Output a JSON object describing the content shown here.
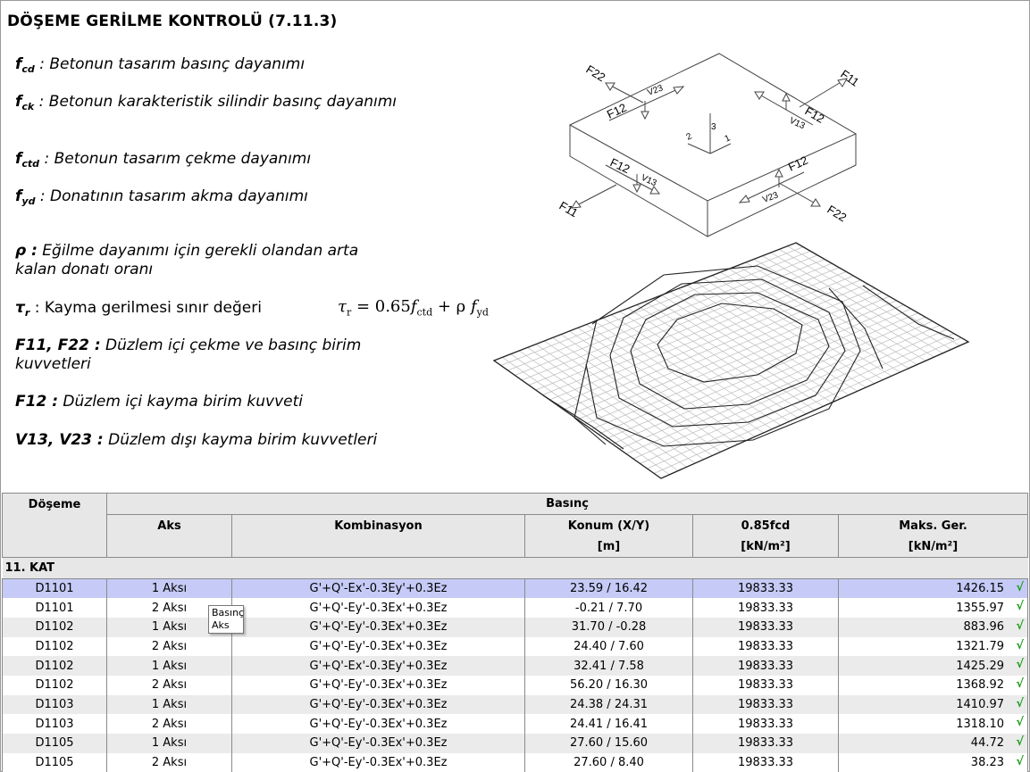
{
  "title": "DÖŞEME GERİLME KONTROLÜ  (7.11.3)",
  "definitions": {
    "fcd": {
      "sym": "f",
      "sub": "cd",
      "text": " : Betonun tasarım basınç dayanımı"
    },
    "fck": {
      "sym": "f",
      "sub": "ck",
      "text": " : Betonun karakteristik silindir basınç dayanımı"
    },
    "fctd": {
      "sym": "f",
      "sub": "ctd",
      "text": " : Betonun tasarım çekme dayanımı"
    },
    "fyd": {
      "sym": "f",
      "sub": "yd",
      "text": " : Donatının tasarım akma dayanımı"
    },
    "rho": {
      "sym": "ρ :",
      "text": " Eğilme dayanımı için gerekli olandan arta kalan donatı oranı"
    },
    "tau": {
      "sym": "τ",
      "sub": "r",
      "text": " : Kayma gerilmesi sınır değeri"
    },
    "f11f22": {
      "sym": "F11, F22 :",
      "text": " Düzlem içi çekme ve basınç birim kuvvetleri"
    },
    "f12": {
      "sym": "F12 :",
      "text": " Düzlem içi kayma birim kuvveti"
    },
    "v13v23": {
      "sym": "V13, V23 :",
      "text": " Düzlem dışı kayma birim kuvvetleri"
    }
  },
  "formula": {
    "lhs": "τ",
    "lhs_sub": "r",
    "eq": " = 0.65",
    "f1": "f",
    "f1_sub": "ctd",
    "plus": " + ρ ",
    "f2": "f",
    "f2_sub": "yd"
  },
  "diagram": {
    "labels": {
      "f11a": "F11",
      "f11b": "F11",
      "f22a": "F22",
      "f22b": "F22",
      "f12a": "F12",
      "f12b": "F12",
      "f12c": "F12",
      "f12d": "F12",
      "v23a": "V23",
      "v23b": "V23",
      "v13a": "V13",
      "v13b": "V13",
      "ax1": "1",
      "ax2": "2",
      "ax3": "3"
    }
  },
  "table": {
    "header": {
      "doseme": "Döşeme",
      "group": "Basınç",
      "aks": "Aks",
      "kombinasyon": "Kombinasyon",
      "konum": "Konum (X/Y)",
      "konum_unit": "[m]",
      "fcd": "0.85fcd",
      "fcd_unit": "[kN/m²]",
      "maks": "Maks. Ger.",
      "maks_unit": "[kN/m²]"
    },
    "section": "11. KAT",
    "check_mark": "√",
    "rows": [
      {
        "doseme": "D1101",
        "aks": "1 Aksı",
        "komb": "G'+Q'-Ex'-0.3Ey'+0.3Ez",
        "konum": "23.59 / 16.42",
        "fcd": "19833.33",
        "maks": "1426.15"
      },
      {
        "doseme": "D1101",
        "aks": "2 Aksı",
        "komb": "G'+Q'-Ey'-0.3Ex'+0.3Ez",
        "konum": "-0.21 / 7.70",
        "fcd": "19833.33",
        "maks": "1355.97"
      },
      {
        "doseme": "D1102",
        "aks": "1 Aksı",
        "komb": "G'+Q'-Ey'-0.3Ex'+0.3Ez",
        "konum": "31.70 / -0.28",
        "fcd": "19833.33",
        "maks": "883.96"
      },
      {
        "doseme": "D1102",
        "aks": "2 Aksı",
        "komb": "G'+Q'-Ey'-0.3Ex'+0.3Ez",
        "konum": "24.40 / 7.60",
        "fcd": "19833.33",
        "maks": "1321.79"
      },
      {
        "doseme": "D1102",
        "aks": "1 Aksı",
        "komb": "G'+Q'-Ex'-0.3Ey'+0.3Ez",
        "konum": "32.41 / 7.58",
        "fcd": "19833.33",
        "maks": "1425.29"
      },
      {
        "doseme": "D1102",
        "aks": "2 Aksı",
        "komb": "G'+Q'-Ey'-0.3Ex'+0.3Ez",
        "konum": "56.20 / 16.30",
        "fcd": "19833.33",
        "maks": "1368.92"
      },
      {
        "doseme": "D1103",
        "aks": "1 Aksı",
        "komb": "G'+Q'-Ey'-0.3Ex'+0.3Ez",
        "konum": "24.38 / 24.31",
        "fcd": "19833.33",
        "maks": "1410.97"
      },
      {
        "doseme": "D1103",
        "aks": "2 Aksı",
        "komb": "G'+Q'-Ey'-0.3Ex'+0.3Ez",
        "konum": "24.41 / 16.41",
        "fcd": "19833.33",
        "maks": "1318.10"
      },
      {
        "doseme": "D1105",
        "aks": "1 Aksı",
        "komb": "G'+Q'-Ey'-0.3Ex'+0.3Ez",
        "konum": "27.60 / 15.60",
        "fcd": "19833.33",
        "maks": "44.72"
      },
      {
        "doseme": "D1105",
        "aks": "2 Aksı",
        "komb": "G'+Q'-Ey'-0.3Ex'+0.3Ez",
        "konum": "27.60 / 8.40",
        "fcd": "19833.33",
        "maks": "38.23"
      }
    ]
  },
  "tooltip": {
    "line1": "Basınç",
    "line2": "Aks"
  },
  "colors": {
    "selected_row": "#c5cbf6",
    "stripe_row": "#ebebeb",
    "header_bg": "#e7e7e7",
    "check": "#1a9c1a"
  }
}
